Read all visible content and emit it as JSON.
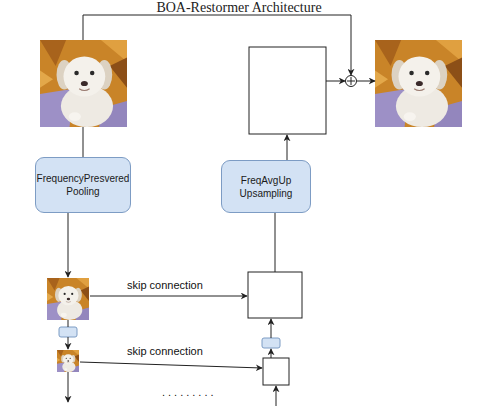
{
  "diagram": {
    "title": "BOA-Restormer Architecture",
    "nodes": [
      {
        "text": [
          "FrequencyPresvered Pooling"
        ]
      },
      {
        "text": [
          "FreqAvgUp Upsampling"
        ]
      }
    ],
    "labels": [
      "skip connection",
      "skip connection",
      "........."
    ]
  }
}
